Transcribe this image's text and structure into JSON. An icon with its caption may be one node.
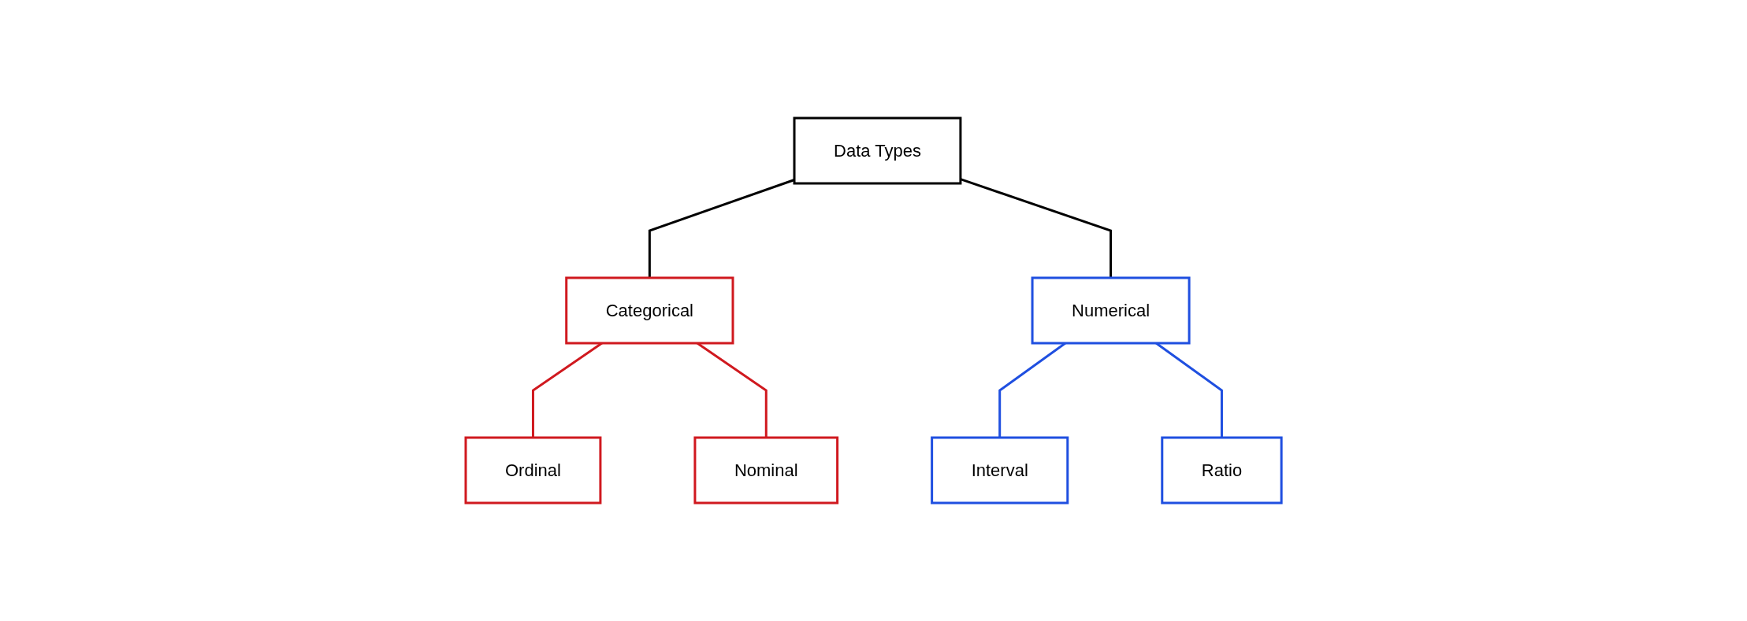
{
  "diagram": {
    "nodes": [
      {
        "text": [
          "Data Types"
        ]
      },
      {
        "text": [
          "Categorical"
        ]
      },
      {
        "text": [
          "Numerical"
        ]
      },
      {
        "text": [
          "Ordinal"
        ]
      },
      {
        "text": [
          "Nominal"
        ]
      },
      {
        "text": [
          "Interval"
        ]
      },
      {
        "text": [
          "Ratio"
        ]
      }
    ],
    "edges": [
      {
        "from": 0,
        "to": 1,
        "arrow": "none",
        "color": "#000000"
      },
      {
        "from": 0,
        "to": 2,
        "arrow": "none",
        "color": "#000000"
      },
      {
        "from": 1,
        "to": 3,
        "arrow": "none",
        "color": "#d0191f"
      },
      {
        "from": 1,
        "to": 4,
        "arrow": "none",
        "color": "#d0191f"
      },
      {
        "from": 2,
        "to": 5,
        "arrow": "none",
        "color": "#1f4fe0"
      },
      {
        "from": 2,
        "to": 6,
        "arrow": "none",
        "color": "#1f4fe0"
      }
    ]
  }
}
